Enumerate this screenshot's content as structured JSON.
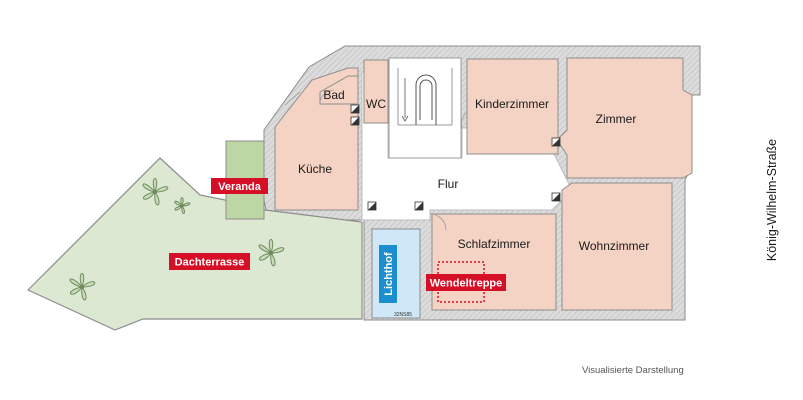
{
  "rooms": {
    "bad": "Bad",
    "wc": "WC",
    "kinderzimmer": "Kinderzimmer",
    "zimmer": "Zimmer",
    "kueche": "Küche",
    "flur": "Flur",
    "schlafzimmer": "Schlafzimmer",
    "wohnzimmer": "Wohnzimmer"
  },
  "tags": {
    "veranda": "Veranda",
    "dachterrasse": "Dachterrasse",
    "wendeltreppe": "Wendeltreppe",
    "lichthof": "Lichthof"
  },
  "street": "König-Wilhelm-Straße",
  "caption": "Visualisierte Darstellung",
  "small_mark": "32NS85",
  "colors": {
    "room_fill": "#f5d3c4",
    "terrace_fill": "#dde8d3",
    "veranda_fill": "#bcd6a4",
    "lichthof_fill": "#cfe7f6",
    "lichthof_tag": "#1b8ed0",
    "tag_red": "#d50f25",
    "wall": "#d3d3d3",
    "wall_outline": "#8c8c8c"
  }
}
